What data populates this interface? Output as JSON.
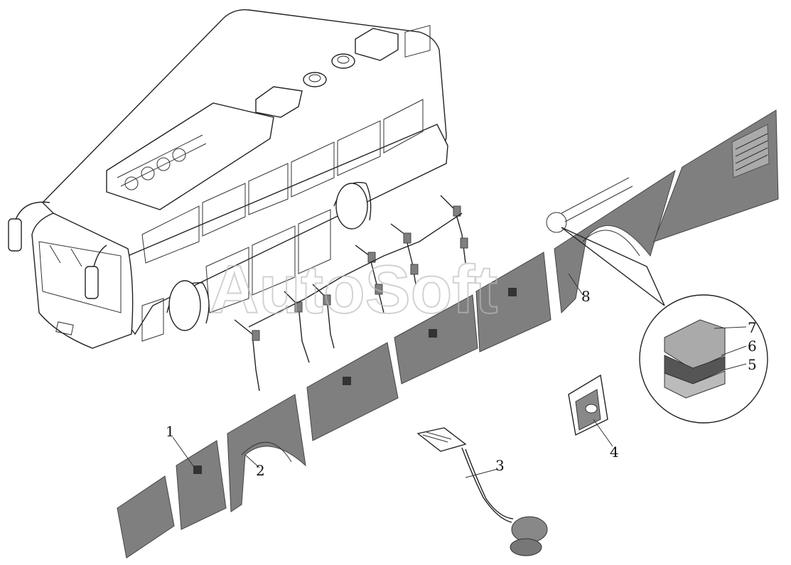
{
  "diagram": {
    "callouts": [
      {
        "id": "1",
        "label": "1"
      },
      {
        "id": "2",
        "label": "2"
      },
      {
        "id": "3",
        "label": "3"
      },
      {
        "id": "4",
        "label": "4"
      },
      {
        "id": "5",
        "label": "5"
      },
      {
        "id": "6",
        "label": "6"
      },
      {
        "id": "7",
        "label": "7"
      },
      {
        "id": "8",
        "label": "8"
      }
    ],
    "watermark": "AutoSoft",
    "colors": {
      "panel": "#7f7f7f",
      "outline": "#222222",
      "background": "#ffffff"
    }
  }
}
